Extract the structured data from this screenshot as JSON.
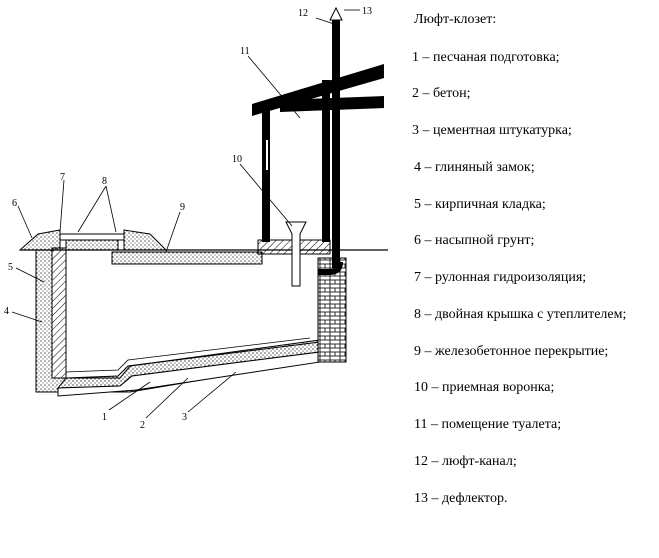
{
  "legend": {
    "title": "Люфт-клозет:",
    "items": [
      "1 – песчаная подготовка;",
      "2 – бетон;",
      "3 – цементная штукатурка;",
      "4 – глиняный замок;",
      "5 – кирпичная кладка;",
      "6 – насыпной грунт;",
      "7 – рулонная гидроизоляция;",
      "8 – двойная крышка с утеплителем;",
      "9 – железобетонное перекрытие;",
      "10 – приемная воронка;",
      "11 – помещение туалета;",
      "12 – люфт-канал;",
      "13 – дефлектор."
    ]
  },
  "callouts": [
    "1",
    "2",
    "3",
    "4",
    "5",
    "6",
    "7",
    "8",
    "9",
    "10",
    "11",
    "12",
    "13"
  ],
  "colors": {
    "ink": "#000000",
    "fill": "#ffffff"
  }
}
